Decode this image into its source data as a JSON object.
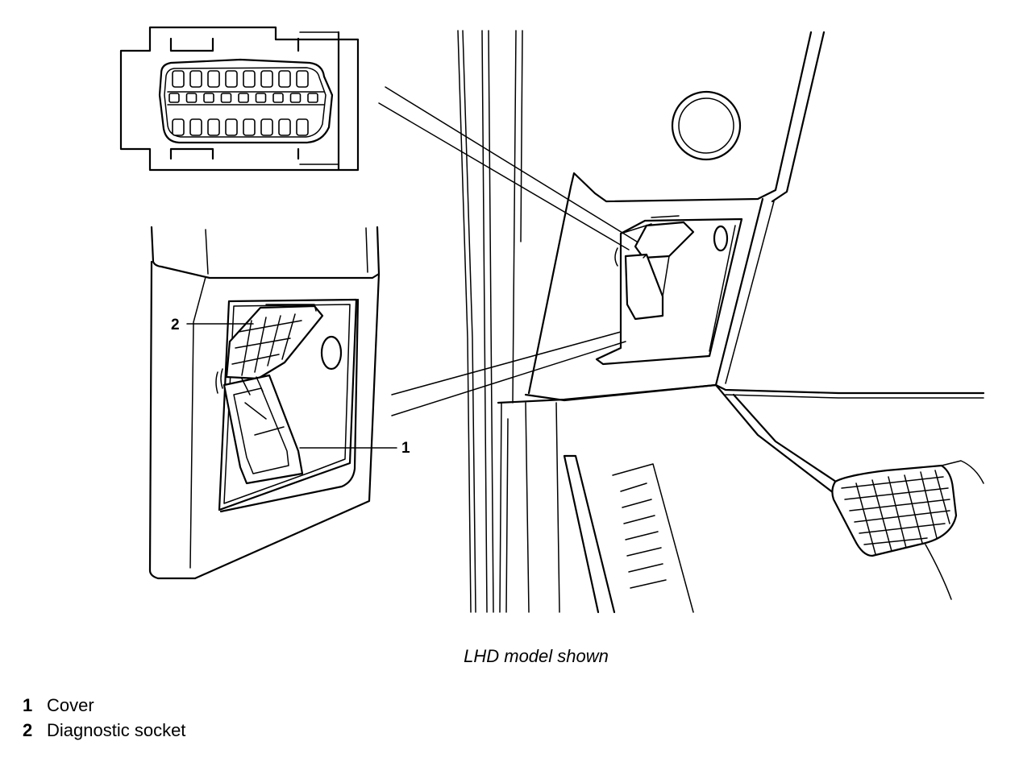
{
  "figure": {
    "caption": "LHD model shown",
    "callouts": [
      {
        "number": "1",
        "label": "Cover"
      },
      {
        "number": "2",
        "label": "Diagnostic socket"
      }
    ]
  },
  "icons": [
    "diagnostic-socket-connector",
    "brake-pedal",
    "obd-cover"
  ],
  "colors": {
    "line": "#000000",
    "background": "#ffffff"
  }
}
